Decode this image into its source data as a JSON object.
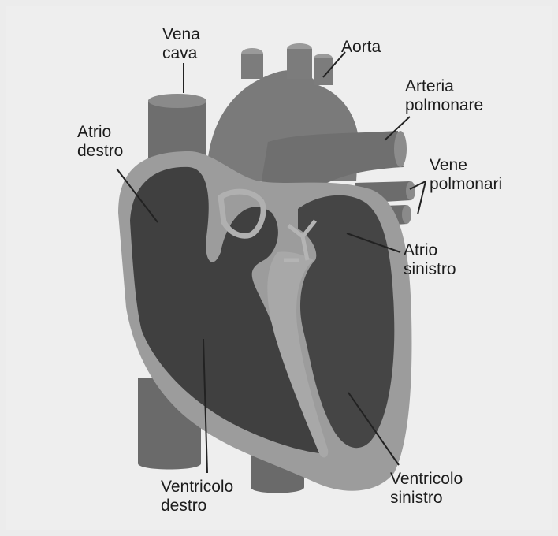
{
  "labels": {
    "vena_cava": {
      "line1": "Vena",
      "line2": "cava"
    },
    "aorta": {
      "line1": "Aorta"
    },
    "arteria_polmonare": {
      "line1": "Arteria",
      "line2": "polmonare"
    },
    "vene_polmonari": {
      "line1": "Vene",
      "line2": "polmonari"
    },
    "atrio_destro": {
      "line1": "Atrio",
      "line2": "destro"
    },
    "atrio_sinistro": {
      "line1": "Atrio",
      "line2": "sinistro"
    },
    "ventricolo_destro": {
      "line1": "Ventricolo",
      "line2": "destro"
    },
    "ventricolo_sinistro": {
      "line1": "Ventricolo",
      "line2": "sinistro"
    }
  }
}
